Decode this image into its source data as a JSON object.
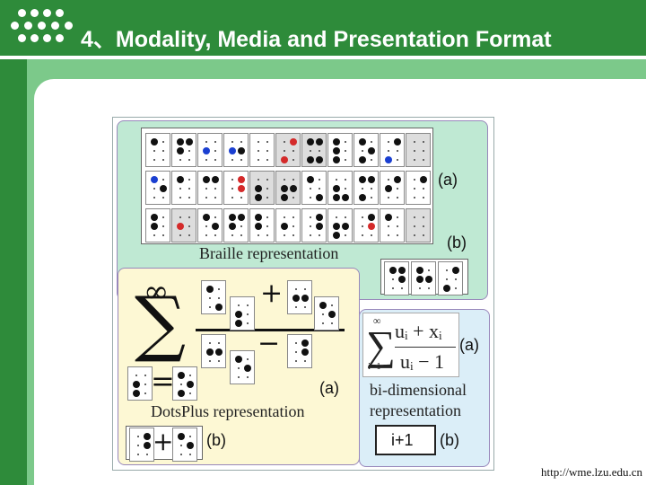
{
  "slide": {
    "title": "4、Modality, Media and Presentation Format",
    "url": "http://wme.lzu.edu.cn",
    "colors": {
      "header": "#2e8b3a",
      "accent": "#7cc98a",
      "braille_panel": "#bfe9d3",
      "dotsplus_panel": "#fdf8d4",
      "bidim_panel": "#dbeef8",
      "blue_dot": "#1a3fd1",
      "red_dot": "#d42a2a"
    }
  },
  "braille": {
    "caption": "Braille representation",
    "label_a": "(a)",
    "label_b": "(b)"
  },
  "dotsplus": {
    "caption": "DotsPlus representation",
    "label_a": "(a)",
    "label_b": "(b)",
    "infinity": "∞",
    "sigma": "∑",
    "plus": "+",
    "minus": "−",
    "equals": "="
  },
  "bidim": {
    "caption_line1": "bi-dimensional",
    "caption_line2": "representation",
    "label_a": "(a)",
    "label_b": "(b)",
    "infinity": "∞",
    "sigma": "∑",
    "lower": "i=1",
    "numerator": "uᵢ + xᵢ",
    "denominator": "uᵢ  − 1",
    "linear_text": "i+1"
  },
  "icons": {
    "logo": "dots-logo-icon"
  }
}
